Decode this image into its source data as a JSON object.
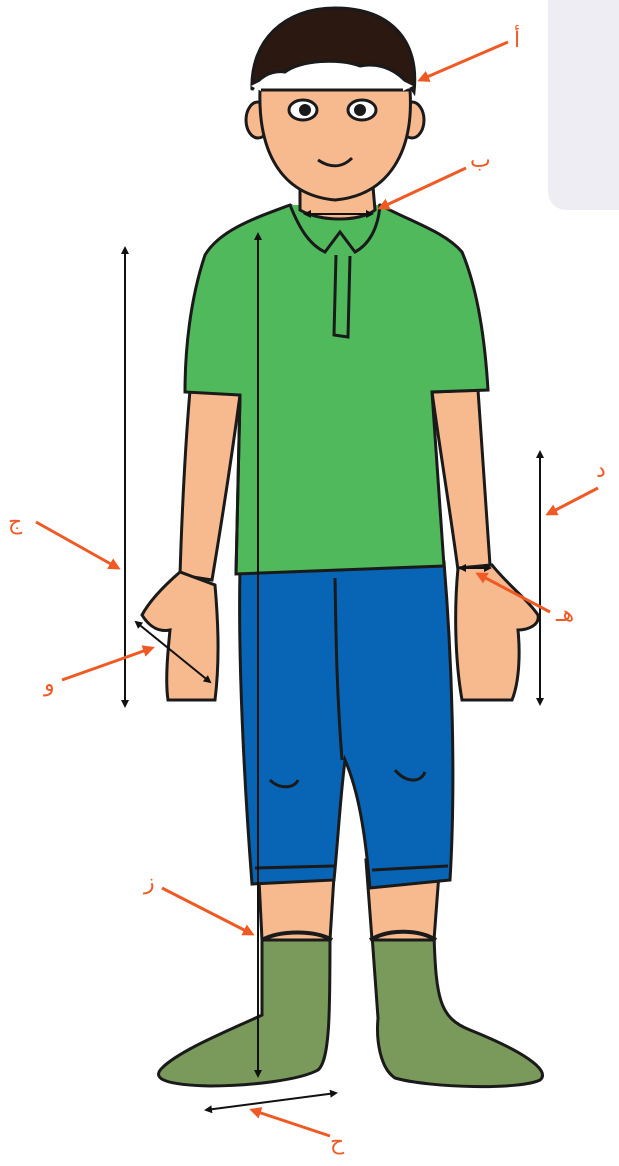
{
  "panel_color": "#efedf4",
  "accent_color": "#ef5a24",
  "labels": {
    "a": "أ",
    "b": "ب",
    "c": "ج",
    "d": "د",
    "e": "هـ",
    "f": "و",
    "g": "ز",
    "h": "ح"
  }
}
